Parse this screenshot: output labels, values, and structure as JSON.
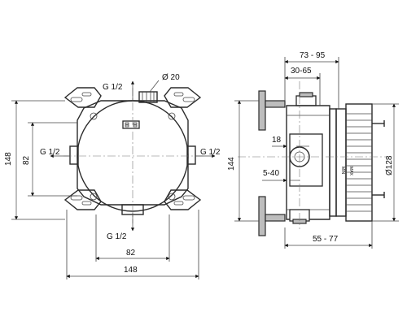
{
  "front_view": {
    "inlet_top": "G 1/2",
    "inlet_bottom": "G 1/2",
    "inlet_left": "G 1/2",
    "inlet_right": "G 1/2",
    "port_diameter": "Ø 20",
    "height_overall": "148",
    "height_mounting": "82",
    "width_mounting": "82",
    "width_overall": "148"
  },
  "side_view": {
    "depth_range": "73 - 95",
    "mounting_range": "30-65",
    "offset": "18",
    "plaster_range": "5-40",
    "height": "144",
    "body_range": "55 - 77",
    "diameter": "Ø128",
    "mark_min": "MIN",
    "mark_max": "MAX"
  }
}
